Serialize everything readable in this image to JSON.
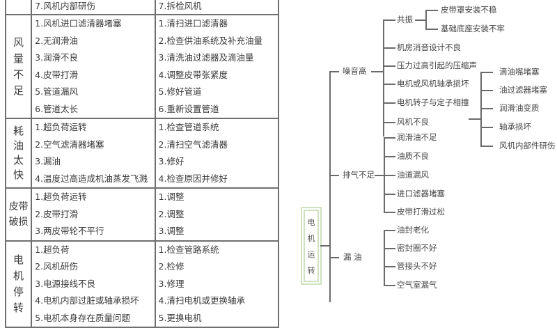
{
  "table": {
    "top_row": {
      "cause": "7.风机内部研伤",
      "remedy": "7.拆检风机"
    },
    "groups": [
      {
        "category": "风量不足",
        "category_chars": [
          "风",
          "量",
          "不",
          "足"
        ],
        "causes": [
          "1.风机进口滤清器堵塞",
          "2.无润滑油",
          "3.润滑不良",
          "4.皮带打滑",
          "5.管道漏风",
          "6.管道太长"
        ],
        "remedies": [
          "1.清扫进口滤清器",
          "2.检查供油系统及补充油量",
          "3.清洗油过滤器及滴油量",
          "4.调整皮带张紧度",
          "5.修好管道",
          "6.重新设置管道"
        ]
      },
      {
        "category": "耗油太快",
        "category_chars": [
          "耗",
          "油",
          "太",
          "快"
        ],
        "causes": [
          "1.超负荷运转",
          "2.空气滤清器堵塞",
          "3.漏油",
          "4.温度过高造成机油蒸发飞溅"
        ],
        "remedies": [
          "1.检查管道系统",
          "2.清扫空气滤清器",
          "3.修好",
          "4.检查原因并修好"
        ]
      },
      {
        "category": "皮带破损",
        "category_chars": [
          "皮带",
          "破损"
        ],
        "causes": [
          "1.超负荷运转",
          "2.皮带打滑",
          "3.两皮带轮不平行"
        ],
        "remedies": [
          "1.调整",
          "2.调整",
          "3.调整"
        ]
      },
      {
        "category": "电机停转",
        "category_chars": [
          "电",
          "机",
          "停",
          "转"
        ],
        "causes": [
          "1.超负荷",
          "2.风机研伤",
          "3.电源接线不良",
          "4.电机内部过脏或轴承损坏",
          "5.电机本身存在质量问题"
        ],
        "remedies": [
          "1.检查管路系统",
          "2.检修",
          "3.修理",
          "4.清扫电机或更换轴承",
          "5.更换电机"
        ]
      }
    ]
  },
  "diagram": {
    "root": {
      "label": "电机运转",
      "chars": [
        "电",
        "机",
        "运",
        "转"
      ],
      "border_color": "#cfe2bd"
    },
    "branches": {
      "noise": {
        "label": "噪音高",
        "resonance": {
          "label": "共振",
          "children": [
            "皮带罩安装不稳",
            "基础底座安装不牢"
          ]
        },
        "items": [
          "机房消音设计不良",
          "压力过高引起的压缩声",
          "电机或风机轴承损坏",
          "电机转子与定子相撞",
          "风机不良"
        ],
        "fan_bad_children": [
          "滴油嘴堵塞",
          "油过滤器堵塞",
          "润滑油变质",
          "轴承损坏",
          "风机内部件研伤"
        ]
      },
      "exhaust": {
        "label": "排气不足",
        "items": [
          "润滑油不足",
          "油质不良",
          "油道漏风",
          "进口滤器堵塞",
          "皮带打滑过松"
        ]
      },
      "oil_leak": {
        "label": "漏 油",
        "items": [
          "油封老化",
          "密封圈不好",
          "管接头不好",
          "空气室漏气"
        ]
      }
    }
  }
}
